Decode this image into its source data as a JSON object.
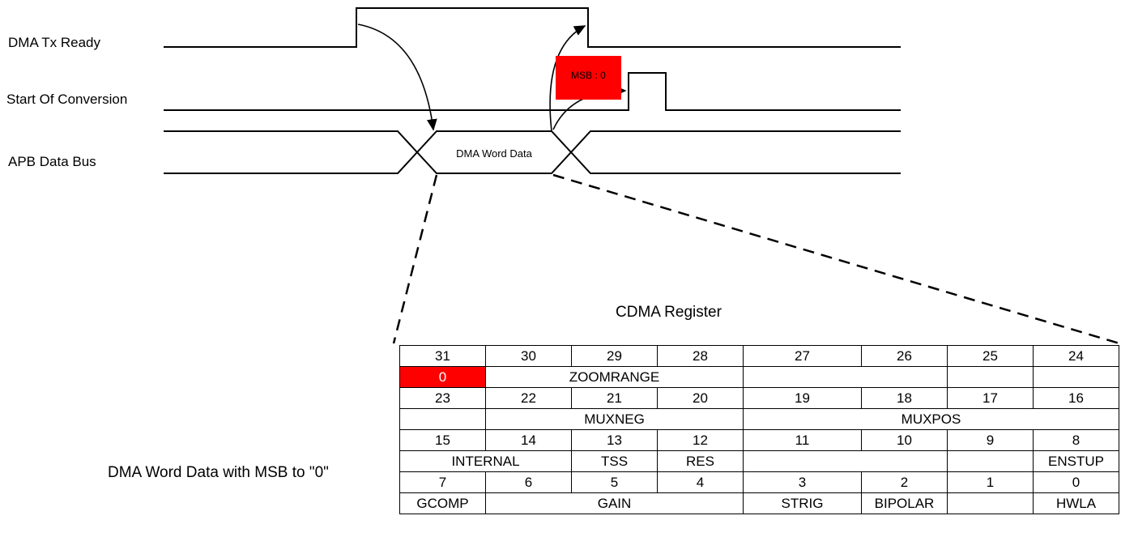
{
  "signals": {
    "tx_ready": "DMA Tx Ready",
    "start_of_conversion": "Start Of Conversion",
    "apb_data_bus": "APB Data Bus"
  },
  "annotations": {
    "msb_box": "MSB : 0",
    "word_data": "DMA Word Data"
  },
  "register": {
    "title": "CDMA Register",
    "caption": "DMA Word Data with MSB to \"0\"",
    "highlight_color": "#ff0000",
    "rows": [
      {
        "bits": [
          "31",
          "30",
          "29",
          "28",
          "27",
          "26",
          "25",
          "24"
        ],
        "fields": [
          {
            "name": "0",
            "span": 1,
            "highlight": true
          },
          {
            "name": "ZOOMRANGE",
            "span": 3
          },
          {
            "name": "",
            "span": 2
          },
          {
            "name": "",
            "span": 1
          },
          {
            "name": "",
            "span": 1
          }
        ]
      },
      {
        "bits": [
          "23",
          "22",
          "21",
          "20",
          "19",
          "18",
          "17",
          "16"
        ],
        "fields": [
          {
            "name": "",
            "span": 1
          },
          {
            "name": "MUXNEG",
            "span": 3
          },
          {
            "name": "MUXPOS",
            "span": 4
          }
        ]
      },
      {
        "bits": [
          "15",
          "14",
          "13",
          "12",
          "11",
          "10",
          "9",
          "8"
        ],
        "fields": [
          {
            "name": "INTERNAL",
            "span": 2
          },
          {
            "name": "TSS",
            "span": 1
          },
          {
            "name": "RES",
            "span": 1
          },
          {
            "name": "",
            "span": 2
          },
          {
            "name": "",
            "span": 1
          },
          {
            "name": "ENSTUP",
            "span": 1
          }
        ]
      },
      {
        "bits": [
          "7",
          "6",
          "5",
          "4",
          "3",
          "2",
          "1",
          "0"
        ],
        "fields": [
          {
            "name": "GCOMP",
            "span": 1
          },
          {
            "name": "GAIN",
            "span": 3
          },
          {
            "name": "STRIG",
            "span": 1
          },
          {
            "name": "BIPOLAR",
            "span": 1
          },
          {
            "name": "",
            "span": 1
          },
          {
            "name": "HWLA",
            "span": 1
          }
        ]
      }
    ]
  }
}
